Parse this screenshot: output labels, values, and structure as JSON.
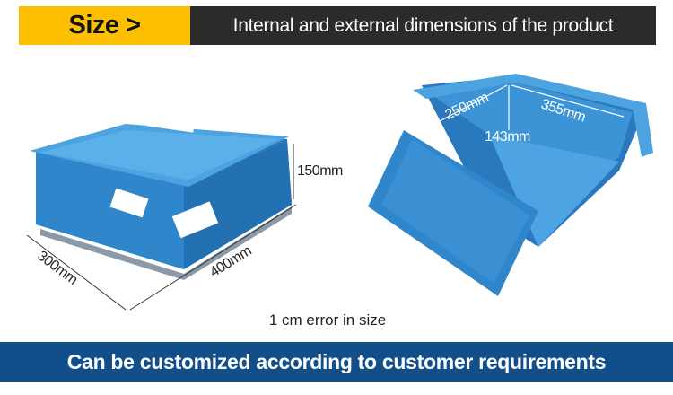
{
  "header": {
    "tag": "Size >",
    "subtitle": "Internal and external dimensions of the product"
  },
  "dimensions": {
    "height": "150mm",
    "width": "300mm",
    "length": "400mm",
    "inner_width": "250mm",
    "inner_length": "355mm",
    "inner_height": "143mm"
  },
  "note": "1 cm error in size",
  "footer": "Can be customized according to customer requirements",
  "colors": {
    "yellow": "#fdbf00",
    "dark": "#2b2b2b",
    "blue": "#124e8a",
    "box": "#2f84c6"
  }
}
